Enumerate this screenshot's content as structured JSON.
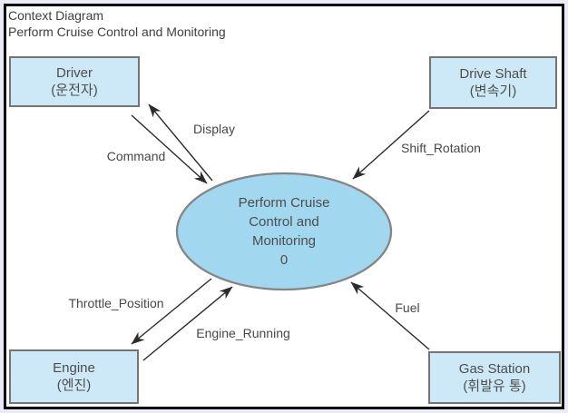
{
  "page": {
    "title_line1": "Context Diagram",
    "title_line2": "Perform Cruise Control and Monitoring"
  },
  "process": {
    "line1": "Perform Cruise",
    "line2": "Control and",
    "line3": "Monitoring",
    "line4": "0"
  },
  "entities": [
    {
      "id": "driver",
      "name": "Driver",
      "alias": "(운전자)"
    },
    {
      "id": "drive-shaft",
      "name": "Drive Shaft",
      "alias": "(변속기)"
    },
    {
      "id": "engine",
      "name": "Engine",
      "alias": "(엔진)"
    },
    {
      "id": "gas-station",
      "name": "Gas Station",
      "alias": "(휘발유 통)"
    }
  ],
  "flows": [
    {
      "label": "Display",
      "from": "process",
      "to": "driver"
    },
    {
      "label": "Command",
      "from": "driver",
      "to": "process"
    },
    {
      "label": "Shift_Rotation",
      "from": "drive-shaft",
      "to": "process"
    },
    {
      "label": "Throttle_Position",
      "from": "process",
      "to": "engine"
    },
    {
      "label": "Engine_Running",
      "from": "engine",
      "to": "process"
    },
    {
      "label": "Fuel",
      "from": "gas-station",
      "to": "process"
    }
  ],
  "colors": {
    "page_background": "#ebebf8",
    "frame_border": "#06060f",
    "entity_fill": "#cde9f7",
    "process_fill": "#a2d7f0",
    "shape_border": "#7a7a7a",
    "text": "#4d4d4d",
    "arrow": "#2b2b2b"
  }
}
